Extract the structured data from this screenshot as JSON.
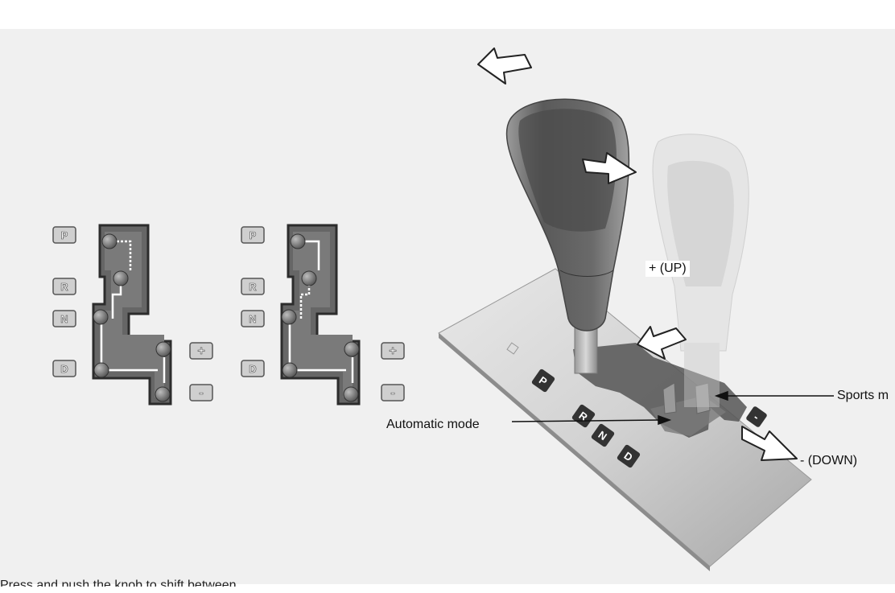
{
  "labels": {
    "up": "+ (UP)",
    "down": "- (DOWN)",
    "automatic": "Automatic mode",
    "sports": "Sports m"
  },
  "gate_letters": [
    "P",
    "R",
    "N",
    "D"
  ],
  "side_buttons": [
    "+",
    "-"
  ],
  "caption": "Press and push the knob to shift between",
  "colors": {
    "background": "#f0f0f0",
    "gate": "#666666",
    "key": "#cfcfcf",
    "knob": "#7a7a7a"
  }
}
